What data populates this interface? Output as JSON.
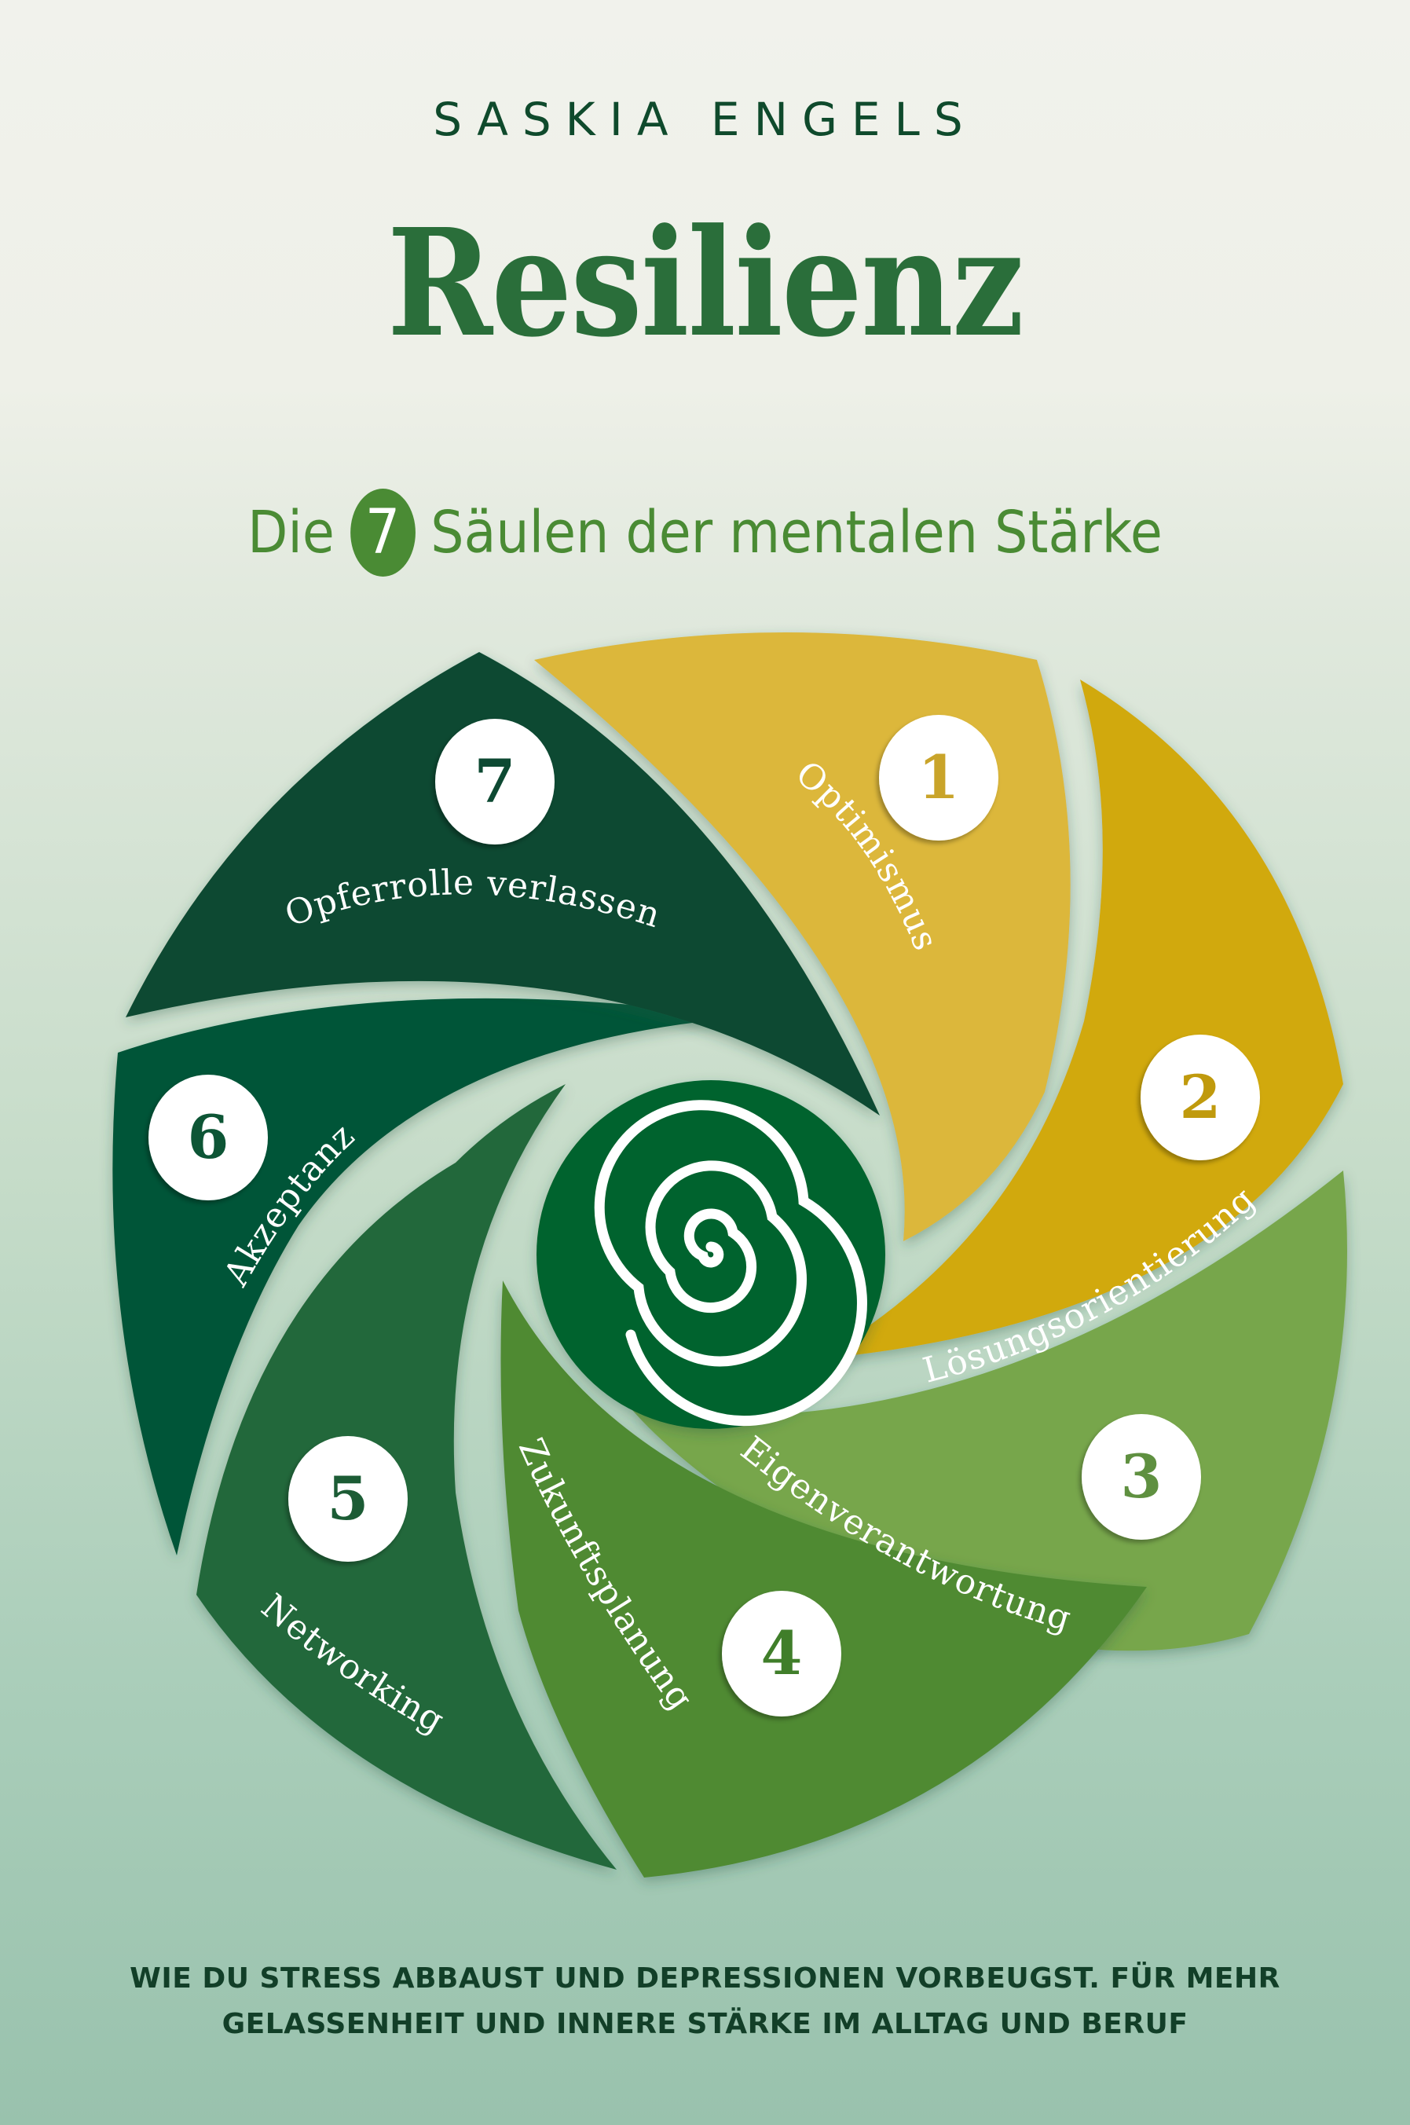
{
  "cover": {
    "author": "SASKIA ENGELS",
    "title": "Resilienz",
    "subtitle": {
      "prefix": "Die",
      "number": "7",
      "suffix": "Säulen der mentalen Stärke"
    },
    "tagline": {
      "line1": "WIE DU STRESS ABBAUST UND DEPRESSIONEN VORBEUGST. FÜR MEHR",
      "line2": "GELASSENHEIT UND INNERE STÄRKE IM ALLTAG UND BERUF"
    }
  },
  "pillars": [
    {
      "number": "1",
      "label": "Optimismus",
      "color": "#dcb73a"
    },
    {
      "number": "2",
      "label": "Lösungsorientierung",
      "color": "#d1a90b"
    },
    {
      "number": "3",
      "label": "Eigenverantwortung",
      "color": "#77a64c"
    },
    {
      "number": "4",
      "label": "Zukunftsplanung",
      "color": "#4f8a33"
    },
    {
      "number": "5",
      "label": "Networking",
      "color": "#24683b"
    },
    {
      "number": "6",
      "label": "Akzeptanz",
      "color": "#065538"
    },
    {
      "number": "7",
      "label": "Opferrolle verlassen",
      "color": "#0b4a30"
    }
  ],
  "center": {
    "icon": "spiral-icon",
    "color": "#06632f"
  },
  "colors": {
    "author": "#0f4a2c",
    "title": "#2a6e3a",
    "subtitle": "#4a8b34",
    "gap": "#b5d2bf"
  }
}
